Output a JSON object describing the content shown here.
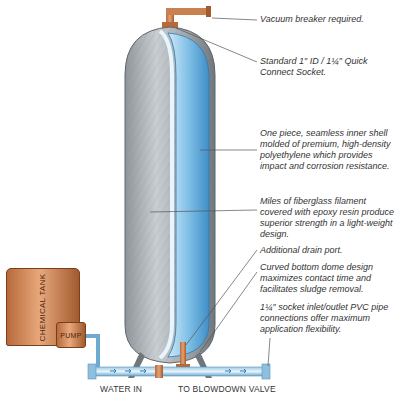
{
  "diagram": {
    "nodes": [
      {
        "text": [
          "CHEMICAL TANK"
        ]
      },
      {
        "text": [
          "PUMP"
        ]
      }
    ],
    "edges": [
      {
        "from": 0,
        "to": 1,
        "arrow": "none"
      }
    ],
    "labels": [
      "Vacuum breaker required.",
      "Standard 1″ ID / 1¼″ Quick Connect Socket.",
      "One piece, seamless inner shell molded of premium, high-density polyethylene which provides impact and corrosion resistance.",
      "Miles of fiberglass filament covered with epoxy resin produce superior strength in a light-weight design.",
      "Additional drain port.",
      "Curved bottom dome design maximizes contact time and facilitates sludge removal.",
      "1¼″ socket inlet/outlet PVC pipe connections offer maximum application flexibility.",
      "WATER IN",
      "TO BLOWDOWN VALVE"
    ]
  }
}
